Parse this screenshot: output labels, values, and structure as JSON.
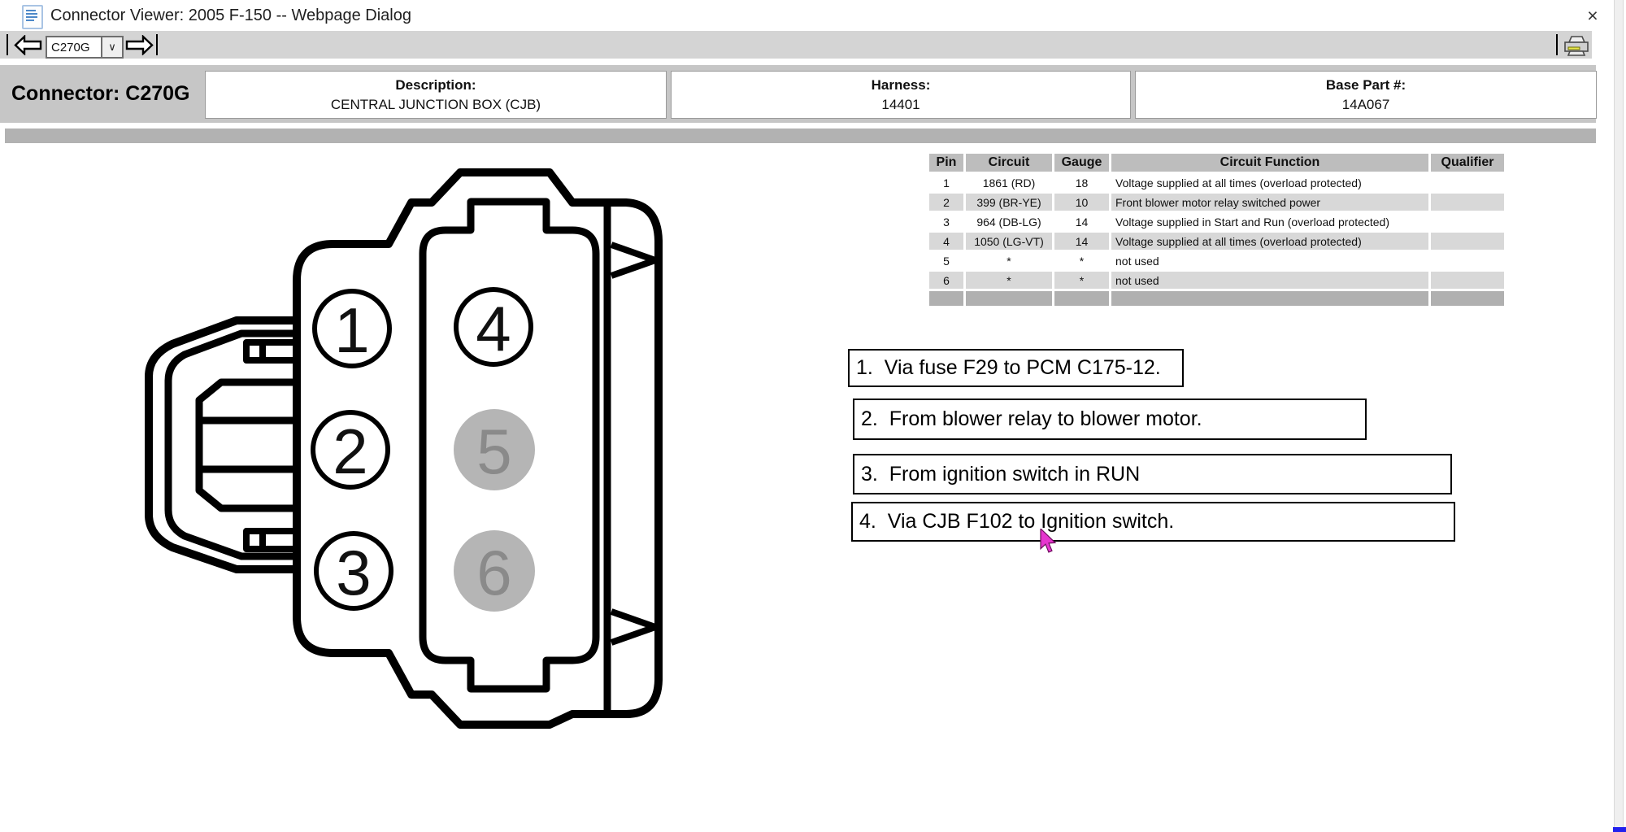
{
  "window": {
    "title": "Connector Viewer: 2005 F-150 -- Webpage Dialog",
    "close_glyph": "×"
  },
  "toolbar": {
    "connector_code": "C270G",
    "select_arrow_glyph": "∨"
  },
  "header": {
    "connector_label": "Connector: C270G",
    "description_label": "Description:",
    "description_value": "CENTRAL JUNCTION BOX (CJB)",
    "harness_label": "Harness:",
    "harness_value": "14401",
    "base_part_label": "Base Part #:",
    "base_part_value": "14A067"
  },
  "pin_table": {
    "columns": [
      "Pin",
      "Circuit",
      "Gauge",
      "Circuit Function",
      "Qualifier"
    ],
    "rows": [
      {
        "pin": "1",
        "circuit": "1861 (RD)",
        "gauge": "18",
        "function": "Voltage supplied at all times (overload protected)",
        "qualifier": ""
      },
      {
        "pin": "2",
        "circuit": "399 (BR-YE)",
        "gauge": "10",
        "function": "Front blower motor relay switched power",
        "qualifier": ""
      },
      {
        "pin": "3",
        "circuit": "964 (DB-LG)",
        "gauge": "14",
        "function": "Voltage supplied in Start and Run (overload protected)",
        "qualifier": ""
      },
      {
        "pin": "4",
        "circuit": "1050 (LG-VT)",
        "gauge": "14",
        "function": "Voltage supplied at all times (overload protected)",
        "qualifier": ""
      },
      {
        "pin": "5",
        "circuit": "*",
        "gauge": "*",
        "function": "not used",
        "qualifier": ""
      },
      {
        "pin": "6",
        "circuit": "*",
        "gauge": "*",
        "function": "not used",
        "qualifier": ""
      }
    ]
  },
  "notes": [
    "1.  Via fuse F29 to PCM C175-12.",
    "2.  From blower relay to blower motor.",
    "3.  From ignition switch in RUN",
    "4.  Via CJB F102 to Ignition switch."
  ],
  "diagram": {
    "pins": [
      {
        "n": "1",
        "used": true
      },
      {
        "n": "2",
        "used": true
      },
      {
        "n": "3",
        "used": true
      },
      {
        "n": "4",
        "used": true
      },
      {
        "n": "5",
        "used": false
      },
      {
        "n": "6",
        "used": false
      }
    ]
  },
  "colors": {
    "toolbar_bg": "#d4d4d4",
    "band_bg": "#c6c6c6",
    "separator_bg": "#b2b2b2",
    "table_header_bg": "#bdbdbd",
    "table_alt_row_bg": "#d8d8d8",
    "table_footer_bg": "#b0b0b0",
    "pin_disabled_fill": "#b5b5b5",
    "pin_disabled_text": "#8a8a8a",
    "cursor_color": "#e636cf",
    "corner_accent": "#2220ee"
  }
}
